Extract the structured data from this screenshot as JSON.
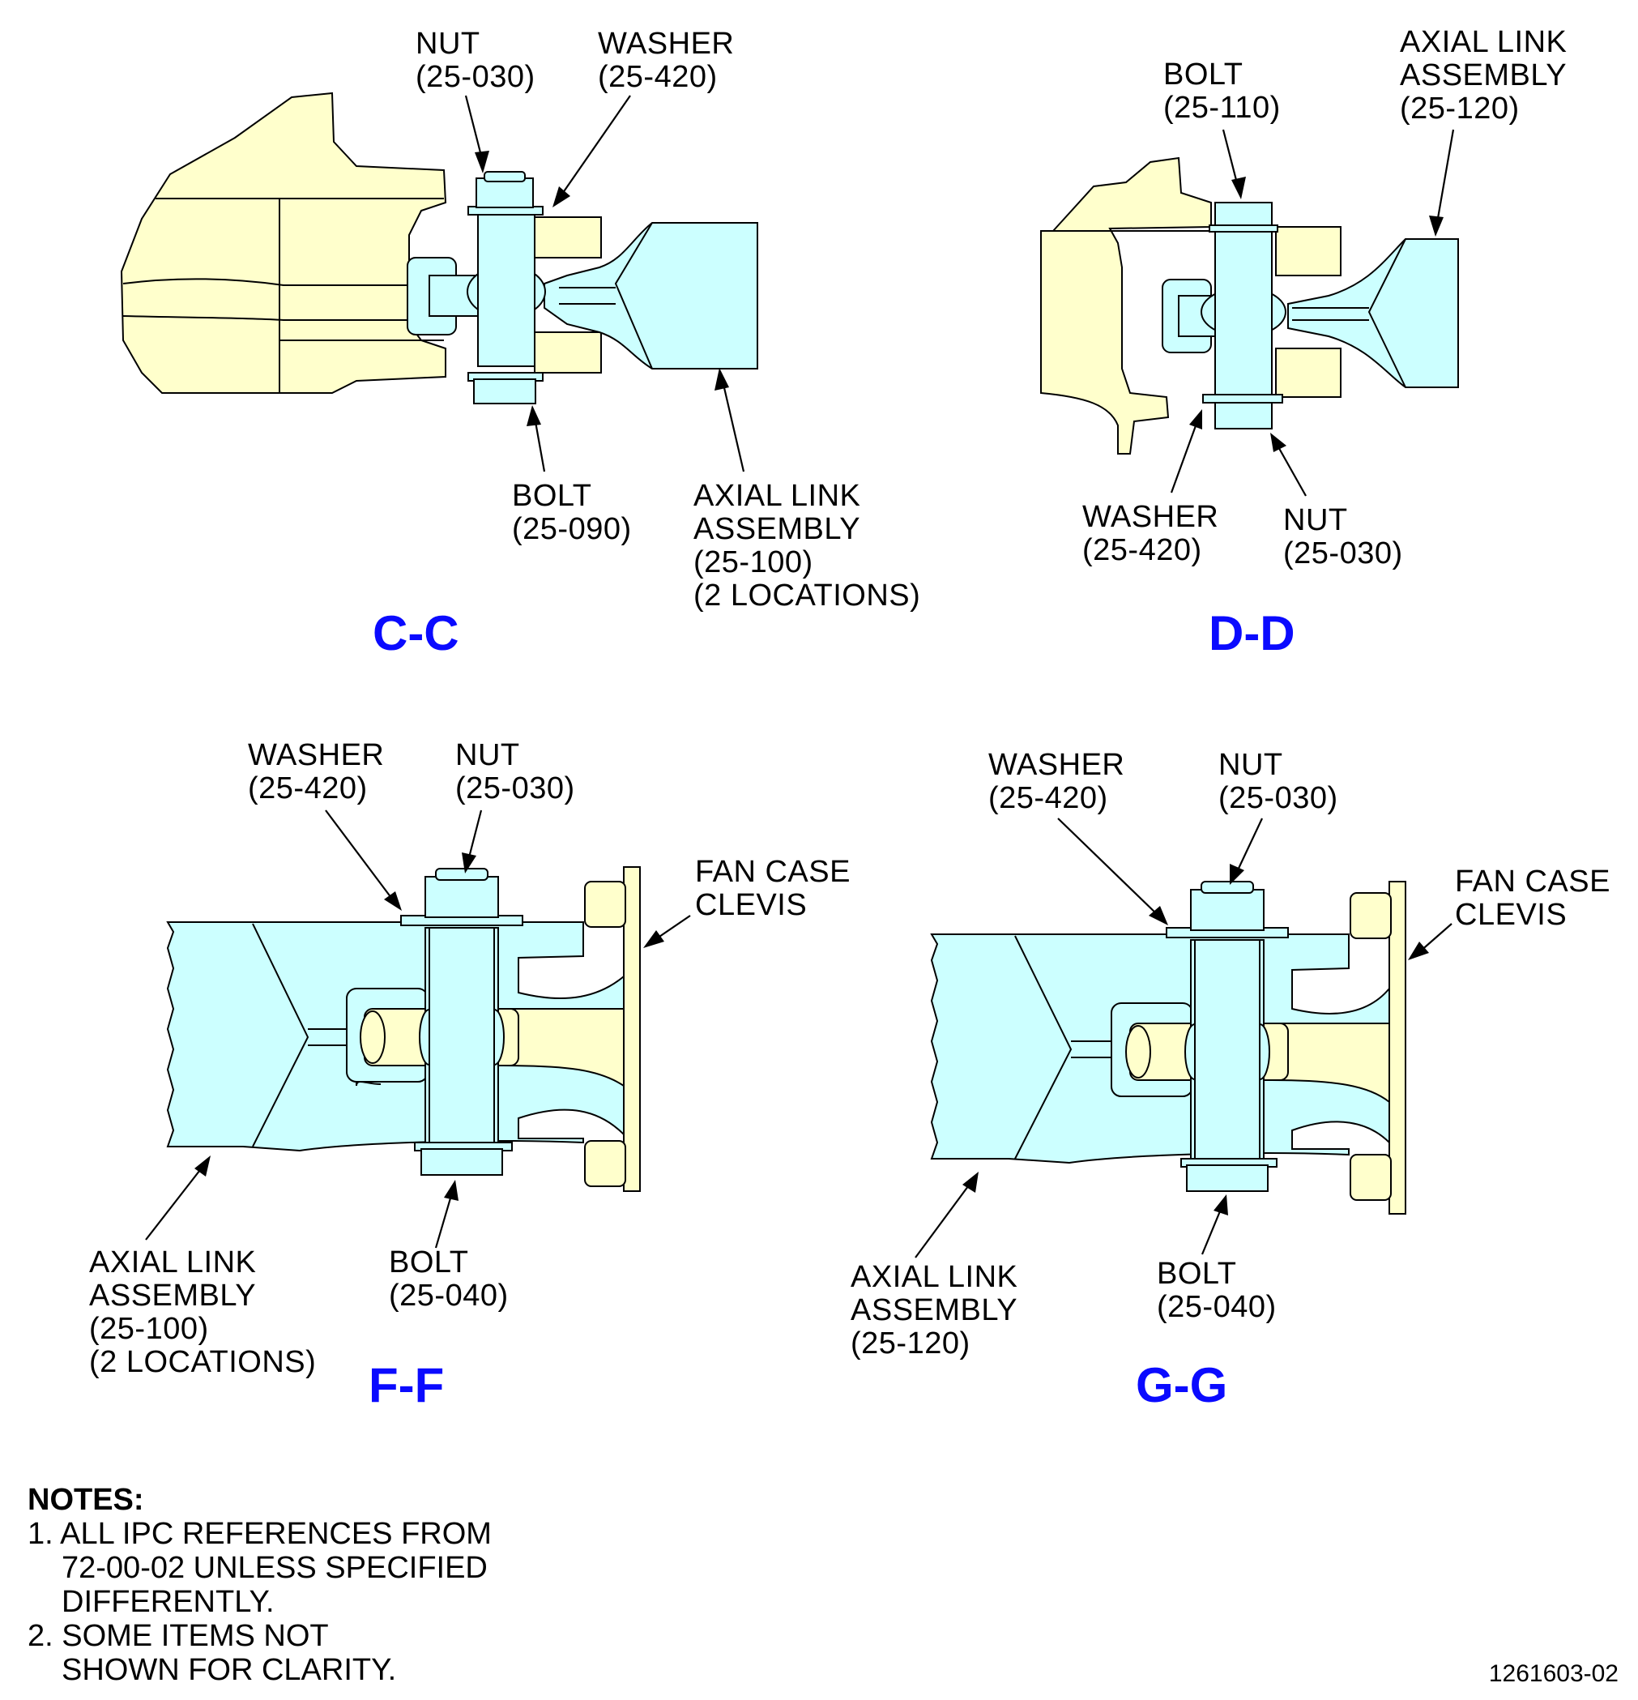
{
  "views": {
    "cc": {
      "title": "C-C",
      "nut": [
        "NUT",
        "(25-030)"
      ],
      "washer": [
        "WASHER",
        "(25-420)"
      ],
      "bolt": [
        "BOLT",
        "(25-090)"
      ],
      "link": [
        "AXIAL LINK",
        "ASSEMBLY",
        "(25-100)",
        "(2 LOCATIONS)"
      ]
    },
    "dd": {
      "title": "D-D",
      "bolt": [
        "BOLT",
        "(25-110)"
      ],
      "link": [
        "AXIAL LINK",
        "ASSEMBLY",
        "(25-120)"
      ],
      "washer": [
        "WASHER",
        "(25-420)"
      ],
      "nut": [
        "NUT",
        "(25-030)"
      ]
    },
    "ff": {
      "title": "F-F",
      "washer": [
        "WASHER",
        "(25-420)"
      ],
      "nut": [
        "NUT",
        "(25-030)"
      ],
      "clevis": [
        "FAN CASE",
        "CLEVIS"
      ],
      "link": [
        "AXIAL LINK",
        "ASSEMBLY",
        "(25-100)",
        "(2 LOCATIONS)"
      ],
      "bolt": [
        "BOLT",
        "(25-040)"
      ]
    },
    "gg": {
      "title": "G-G",
      "washer": [
        "WASHER",
        "(25-420)"
      ],
      "nut": [
        "NUT",
        "(25-030)"
      ],
      "clevis": [
        "FAN CASE",
        "CLEVIS"
      ],
      "link": [
        "AXIAL LINK",
        "ASSEMBLY",
        "(25-120)"
      ],
      "bolt": [
        "BOLT",
        "(25-040)"
      ]
    }
  },
  "notes": {
    "heading": "NOTES:",
    "n1": [
      "1. ALL IPC REFERENCES FROM",
      "72-00-02 UNLESS SPECIFIED",
      "DIFFERENTLY."
    ],
    "n2": [
      "2. SOME ITEMS NOT",
      "SHOWN FOR CLARITY."
    ]
  },
  "figure_number": "1261603-02",
  "colors": {
    "title_blue": "#0a0aff",
    "case_yellow": "#ffffcc",
    "link_cyan": "#ccffff"
  }
}
